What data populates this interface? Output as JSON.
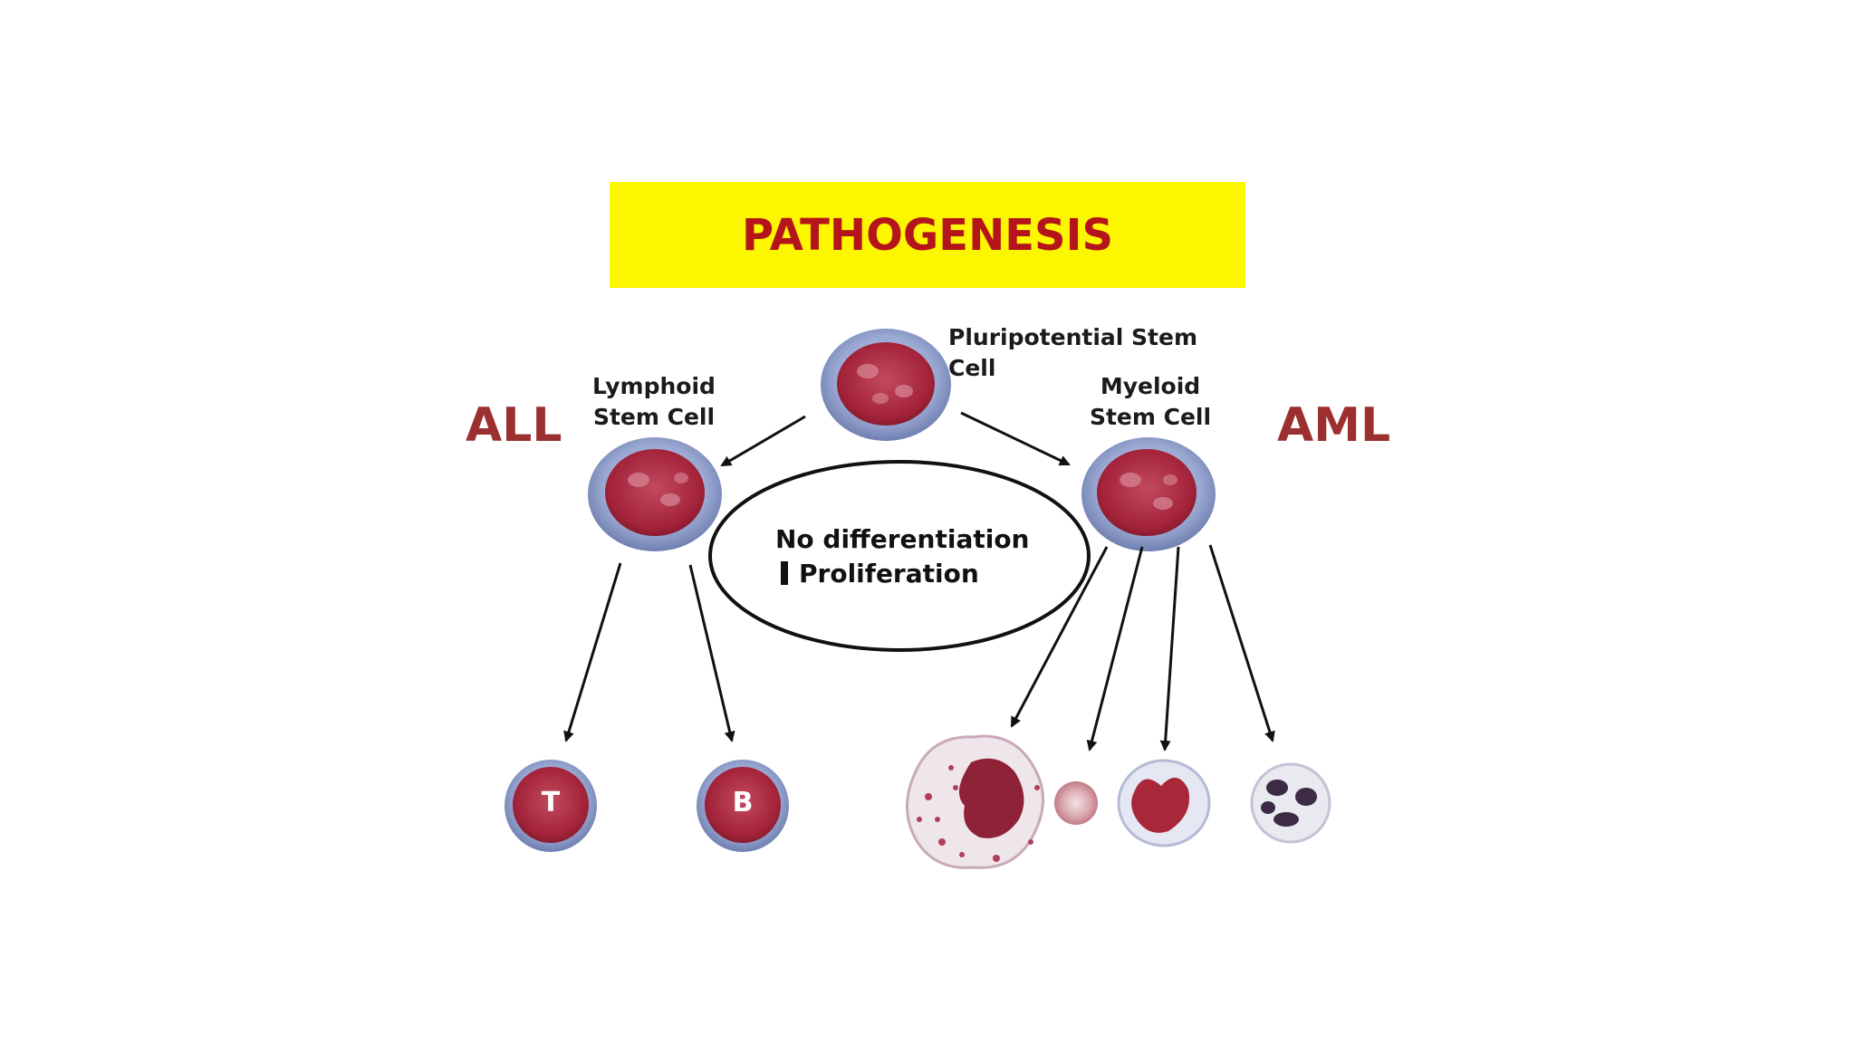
{
  "title": "PATHOGENESIS",
  "left_label": "ALL",
  "right_label": "AML",
  "pluripotential_label": "Pluripotential Stem Cell",
  "lymphoid_label": [
    "Lymphoid",
    "Stem Cell"
  ],
  "myeloid_label": [
    "Myeloid",
    "Stem Cell"
  ],
  "ellipse_text": [
    "No differentiation",
    "Proliferation"
  ],
  "t_cell_letter": "T",
  "b_cell_letter": "B",
  "colors": {
    "banner": "#fcf700",
    "title": "#b5141b",
    "side_labels": "#9c2f2f",
    "nucleus": "#a8283a",
    "cytoplasm": "#8f9ec9"
  }
}
